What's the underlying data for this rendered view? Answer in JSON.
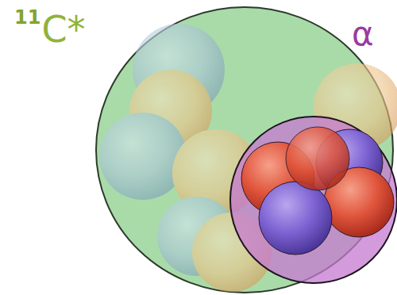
{
  "diagram": {
    "labels": [
      "11",
      "C*",
      "α"
    ]
  }
}
